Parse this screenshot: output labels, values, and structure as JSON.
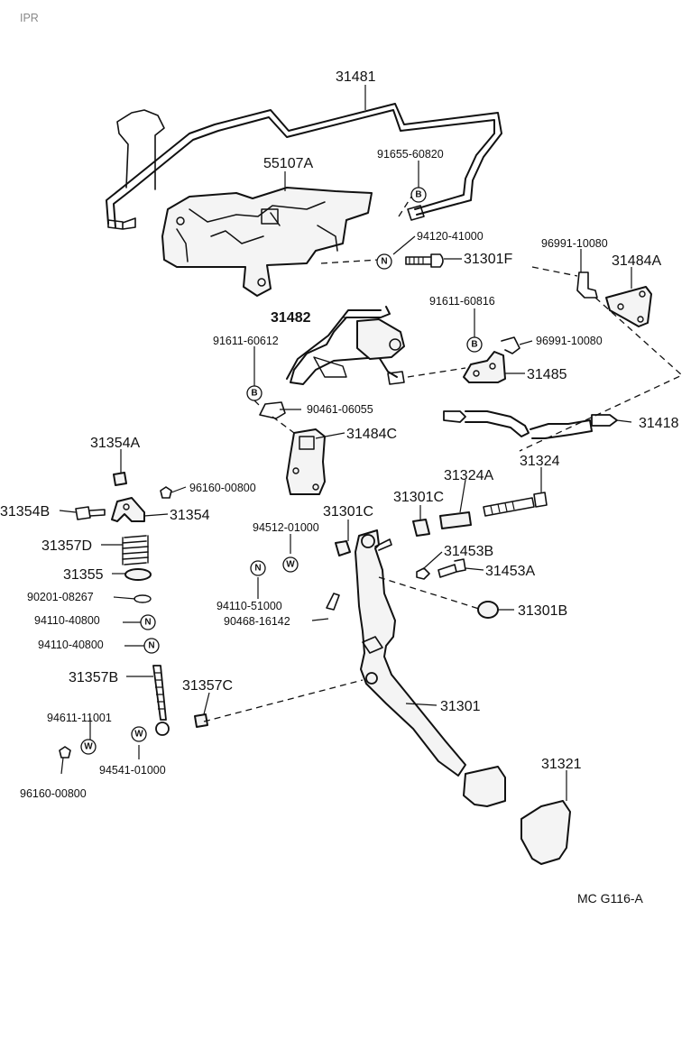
{
  "header_fragment": "IPR",
  "figure_code": "MC G116-A",
  "parts": {
    "p31481": "31481",
    "p55107A": "55107A",
    "p91655_60820": "91655-60820",
    "p94120_41000": "94120-41000",
    "p31301F": "31301F",
    "p96991_10080_a": "96991-10080",
    "p31484A": "31484A",
    "p31482": "31482",
    "p91611_60816": "91611-60816",
    "p96991_10080_b": "96991-10080",
    "p91611_60612": "91611-60612",
    "p31485": "31485",
    "p90461_06055": "90461-06055",
    "p31418": "31418",
    "p31484C": "31484C",
    "p31354A": "31354A",
    "p96160_00800_a": "96160-00800",
    "p31324": "31324",
    "p31324A": "31324A",
    "p31354B": "31354B",
    "p31354": "31354",
    "p31301C_a": "31301C",
    "p31301C_b": "31301C",
    "p94512_01000": "94512-01000",
    "p31357D": "31357D",
    "p31453B": "31453B",
    "p31453A": "31453A",
    "p31355": "31355",
    "p94110_51000": "94110-51000",
    "p90201_08267": "90201-08267",
    "p90468_16142": "90468-16142",
    "p31301B": "31301B",
    "p94110_40800_a": "94110-40800",
    "p94110_40800_b": "94110-40800",
    "p31357B": "31357B",
    "p31357C": "31357C",
    "p31301": "31301",
    "p94611_11001": "94611-11001",
    "p94541_01000": "94541-01000",
    "p96160_00800_b": "96160-00800",
    "p31321": "31321"
  },
  "symbols": {
    "b": "B",
    "n": "N",
    "w": "W"
  }
}
